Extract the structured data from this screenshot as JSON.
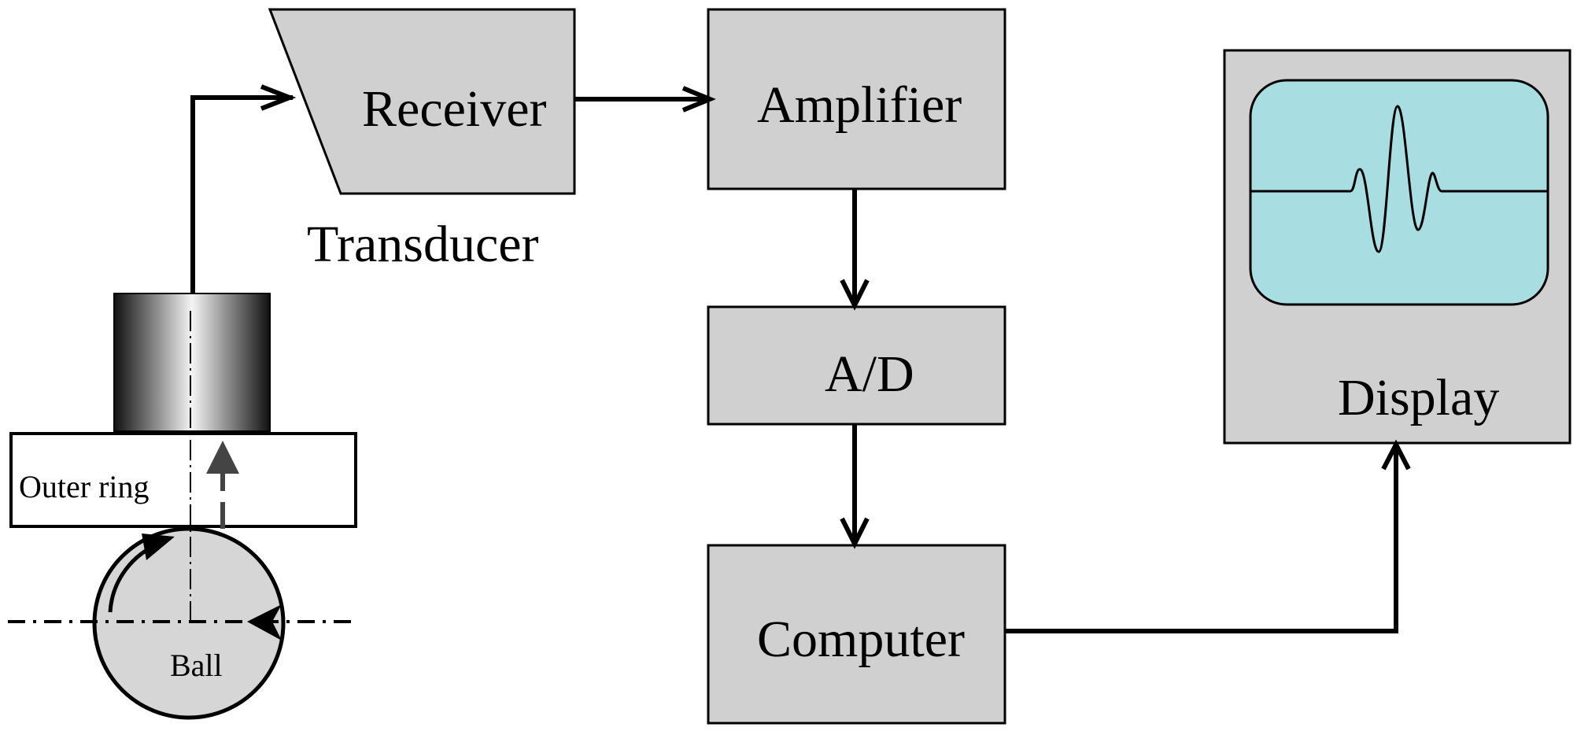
{
  "labels": {
    "receiver": "Receiver",
    "transducer": "Transducer",
    "amplifier": "Amplifier",
    "ad": "A/D",
    "computer": "Computer",
    "display": "Display",
    "outer_ring": "Outer ring",
    "ball": "Ball"
  },
  "colors": {
    "box_fill": "#d0d0d0",
    "screen_fill": "#a8dde2",
    "ball_fill": "#d6d6d6",
    "line": "#000000"
  }
}
